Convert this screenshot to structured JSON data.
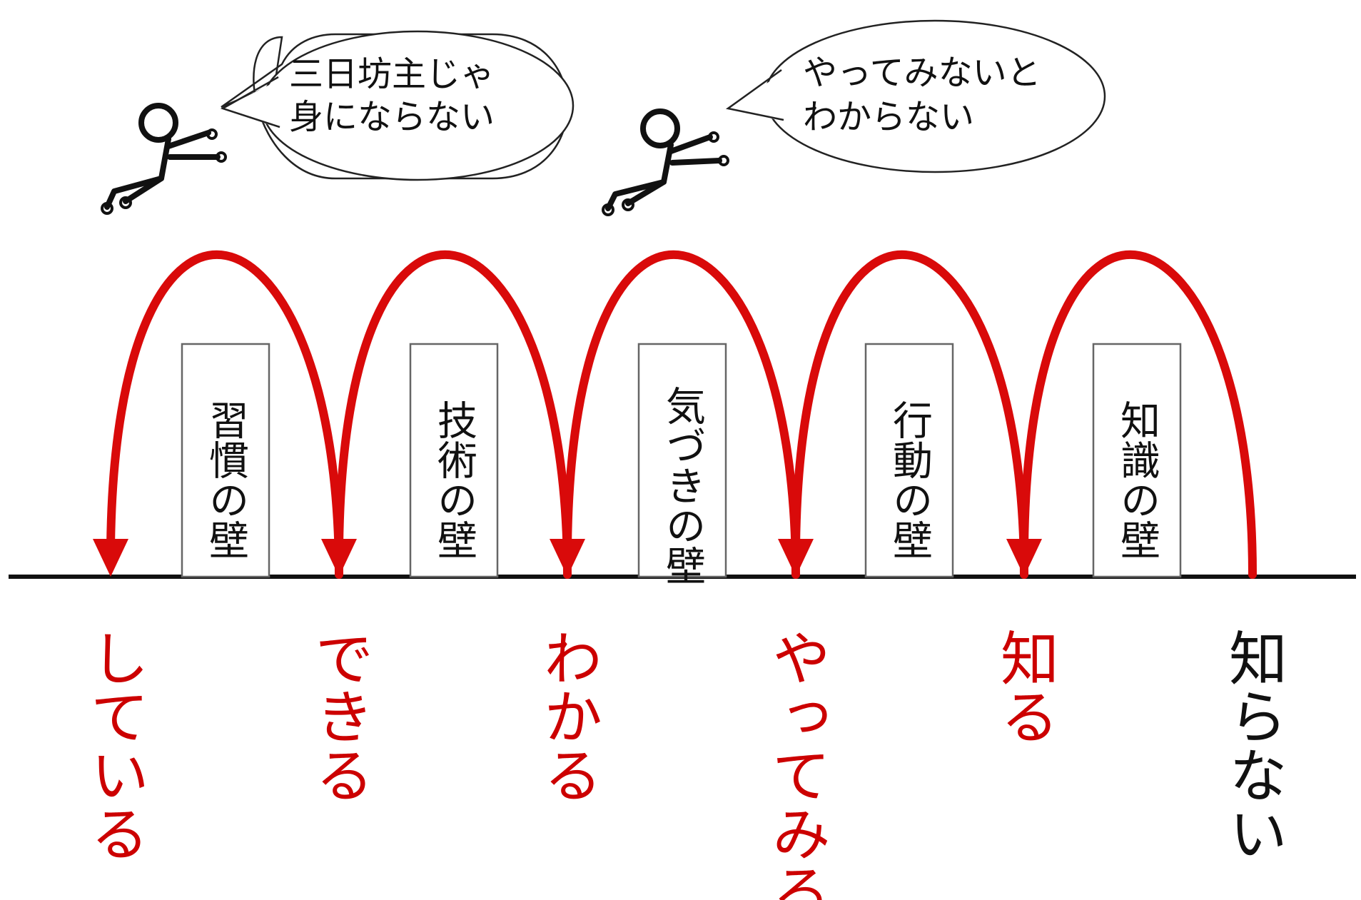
{
  "colors": {
    "arrow": "#d90a0a",
    "line": "#111111",
    "wall_border": "#555555",
    "stage_red": "#cc0000",
    "stage_black": "#111111"
  },
  "bubbles": [
    {
      "lines": [
        "三日坊主じゃ",
        "身にならない"
      ]
    },
    {
      "lines": [
        "やってみないと",
        "わからない"
      ]
    }
  ],
  "walls": [
    "習慣の壁",
    "技術の壁",
    "気づきの壁",
    "行動の壁",
    "知識の壁"
  ],
  "stages": [
    {
      "text": "している",
      "color": "red"
    },
    {
      "text": "できる",
      "color": "red"
    },
    {
      "text": "わかる",
      "color": "red"
    },
    {
      "text": "やってみる",
      "color": "red"
    },
    {
      "text": "知る",
      "color": "red"
    },
    {
      "text": "知らない",
      "color": "black"
    }
  ],
  "figures": [
    "stick-figure-jumping-icon",
    "stick-figure-jumping-icon"
  ]
}
